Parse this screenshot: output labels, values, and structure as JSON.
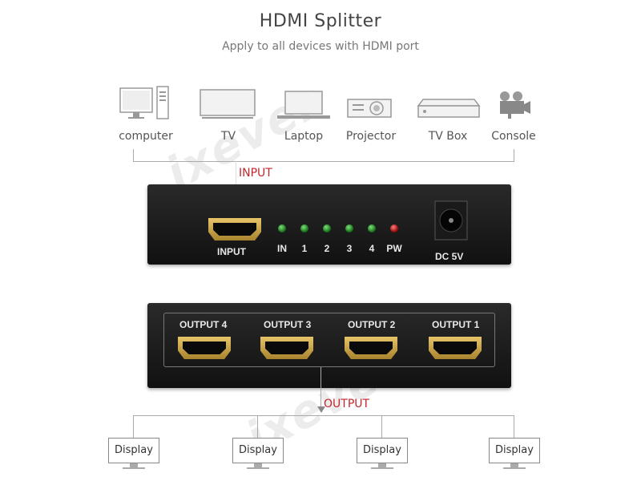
{
  "header": {
    "title": "HDMI Splitter",
    "subtitle": "Apply to all devices with HDMI port"
  },
  "devices": [
    {
      "label": "computer",
      "icon": "computer-icon"
    },
    {
      "label": "TV",
      "icon": "tv-icon"
    },
    {
      "label": "Laptop",
      "icon": "laptop-icon"
    },
    {
      "label": "Projector",
      "icon": "projector-icon"
    },
    {
      "label": "TV Box",
      "icon": "tv-box-icon"
    },
    {
      "label": "Console",
      "icon": "console-icon"
    }
  ],
  "input_label": "INPUT",
  "output_label": "OUTPUT",
  "watermark": "ixever",
  "front_panel": {
    "input_port": "INPUT",
    "leds": [
      {
        "label": "IN",
        "color": "green"
      },
      {
        "label": "1",
        "color": "green"
      },
      {
        "label": "2",
        "color": "green"
      },
      {
        "label": "3",
        "color": "green"
      },
      {
        "label": "4",
        "color": "green"
      },
      {
        "label": "PW",
        "color": "red"
      }
    ],
    "dc_label": "DC 5V"
  },
  "back_panel": {
    "outputs": [
      "OUTPUT 4",
      "OUTPUT 3",
      "OUTPUT 2",
      "OUTPUT 1"
    ]
  },
  "displays": [
    "Display",
    "Display",
    "Display",
    "Display"
  ],
  "colors": {
    "accent_red": "#c2272d",
    "led_green": "#2fa82f",
    "led_red": "#d02020",
    "connector_gold": "#c9a248"
  }
}
